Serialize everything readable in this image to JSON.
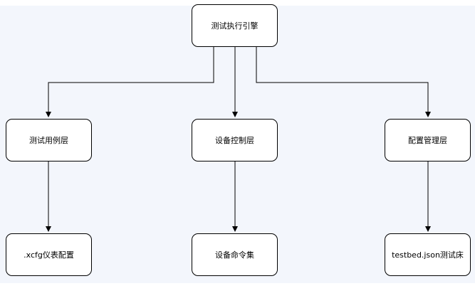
{
  "nodes": {
    "engine": "测试执行引擎",
    "testcase_layer": "测试用例层",
    "device_layer": "设备控制层",
    "config_layer": "配置管理层",
    "xcfg": ".xcfg仪表配置",
    "cmdset": "设备命令集",
    "testbed": "testbed.json测试床"
  },
  "edges": [
    {
      "from": "engine",
      "to": "testcase_layer"
    },
    {
      "from": "engine",
      "to": "device_layer"
    },
    {
      "from": "engine",
      "to": "config_layer"
    },
    {
      "from": "testcase_layer",
      "to": "xcfg"
    },
    {
      "from": "device_layer",
      "to": "cmdset"
    },
    {
      "from": "config_layer",
      "to": "testbed"
    }
  ],
  "colors": {
    "background": "#f3f6fc",
    "node_fill": "#ffffff",
    "stroke": "#000000"
  }
}
